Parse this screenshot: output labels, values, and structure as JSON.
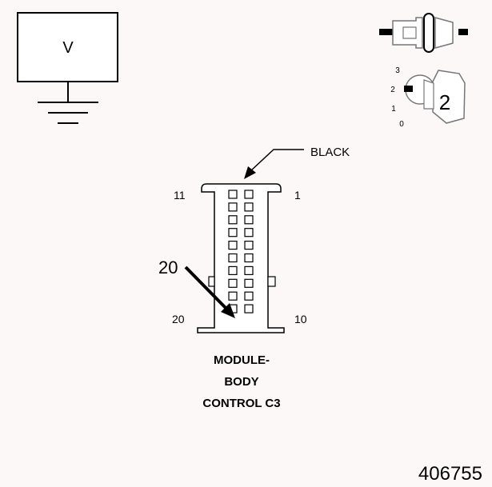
{
  "voltmeter": {
    "label": "V"
  },
  "ignition_switch": {
    "positions": [
      "3",
      "2",
      "1",
      "0"
    ],
    "selected_position": "2"
  },
  "connector": {
    "color_label": "BLACK",
    "pin_labels": {
      "top_left": "11",
      "top_right": "1",
      "bottom_left": "20",
      "bottom_right": "10"
    },
    "callout_pin": "20",
    "pin_rows": 10,
    "pin_columns": 2,
    "name_lines": [
      "MODULE-",
      "BODY",
      "CONTROL C3"
    ]
  },
  "figure_id": "406755"
}
